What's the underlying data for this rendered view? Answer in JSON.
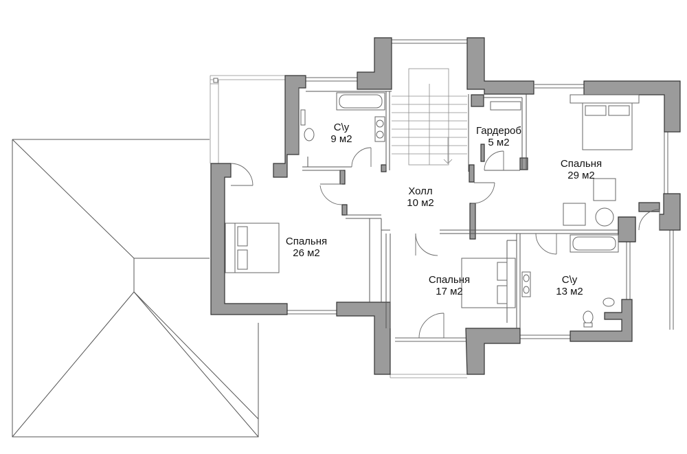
{
  "rooms": [
    {
      "name": "С\\у",
      "area": "9 м2"
    },
    {
      "name": "Гардероб",
      "area": "5 м2"
    },
    {
      "name": "Спальня",
      "area": "29 м2"
    },
    {
      "name": "Холл",
      "area": "10 м2"
    },
    {
      "name": "Спальня",
      "area": "26 м2"
    },
    {
      "name": "Спальня",
      "area": "17 м2"
    },
    {
      "name": "С\\у",
      "area": "13 м2"
    }
  ]
}
